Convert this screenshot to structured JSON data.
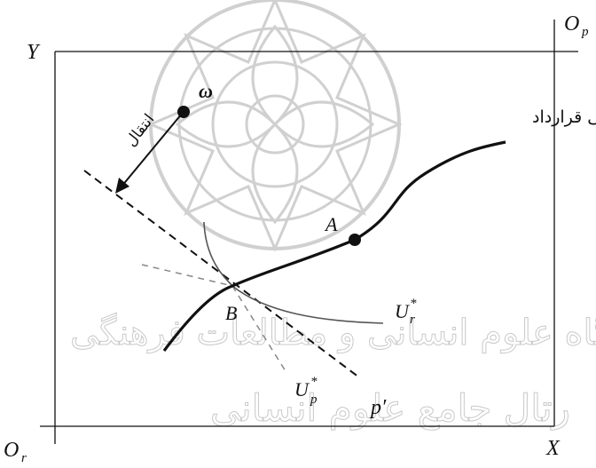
{
  "diagram": {
    "axis_labels": {
      "y": "Y",
      "x": "X",
      "origin_r": "O",
      "origin_r_sub": "r",
      "origin_p": "O",
      "origin_p_sub": "p"
    },
    "points": {
      "omega": "ω",
      "a": "A",
      "b": "B",
      "p_prime": "p′"
    },
    "curves": {
      "contract_curve": "منحنی قرارداد",
      "u_r": "U",
      "u_r_sup": "*",
      "u_r_sub": "r",
      "u_p": "U",
      "u_p_sup": "*",
      "u_p_sub": "p"
    },
    "arrow_label": "انتقال"
  },
  "watermark": {
    "line1": "پژوهشگاه علوم انسانی و مطالعات فرهنگی",
    "line2": "رتال جامع علوم انسانی"
  },
  "colors": {
    "ink": "#111111",
    "watermark": "#cfcfcf"
  }
}
